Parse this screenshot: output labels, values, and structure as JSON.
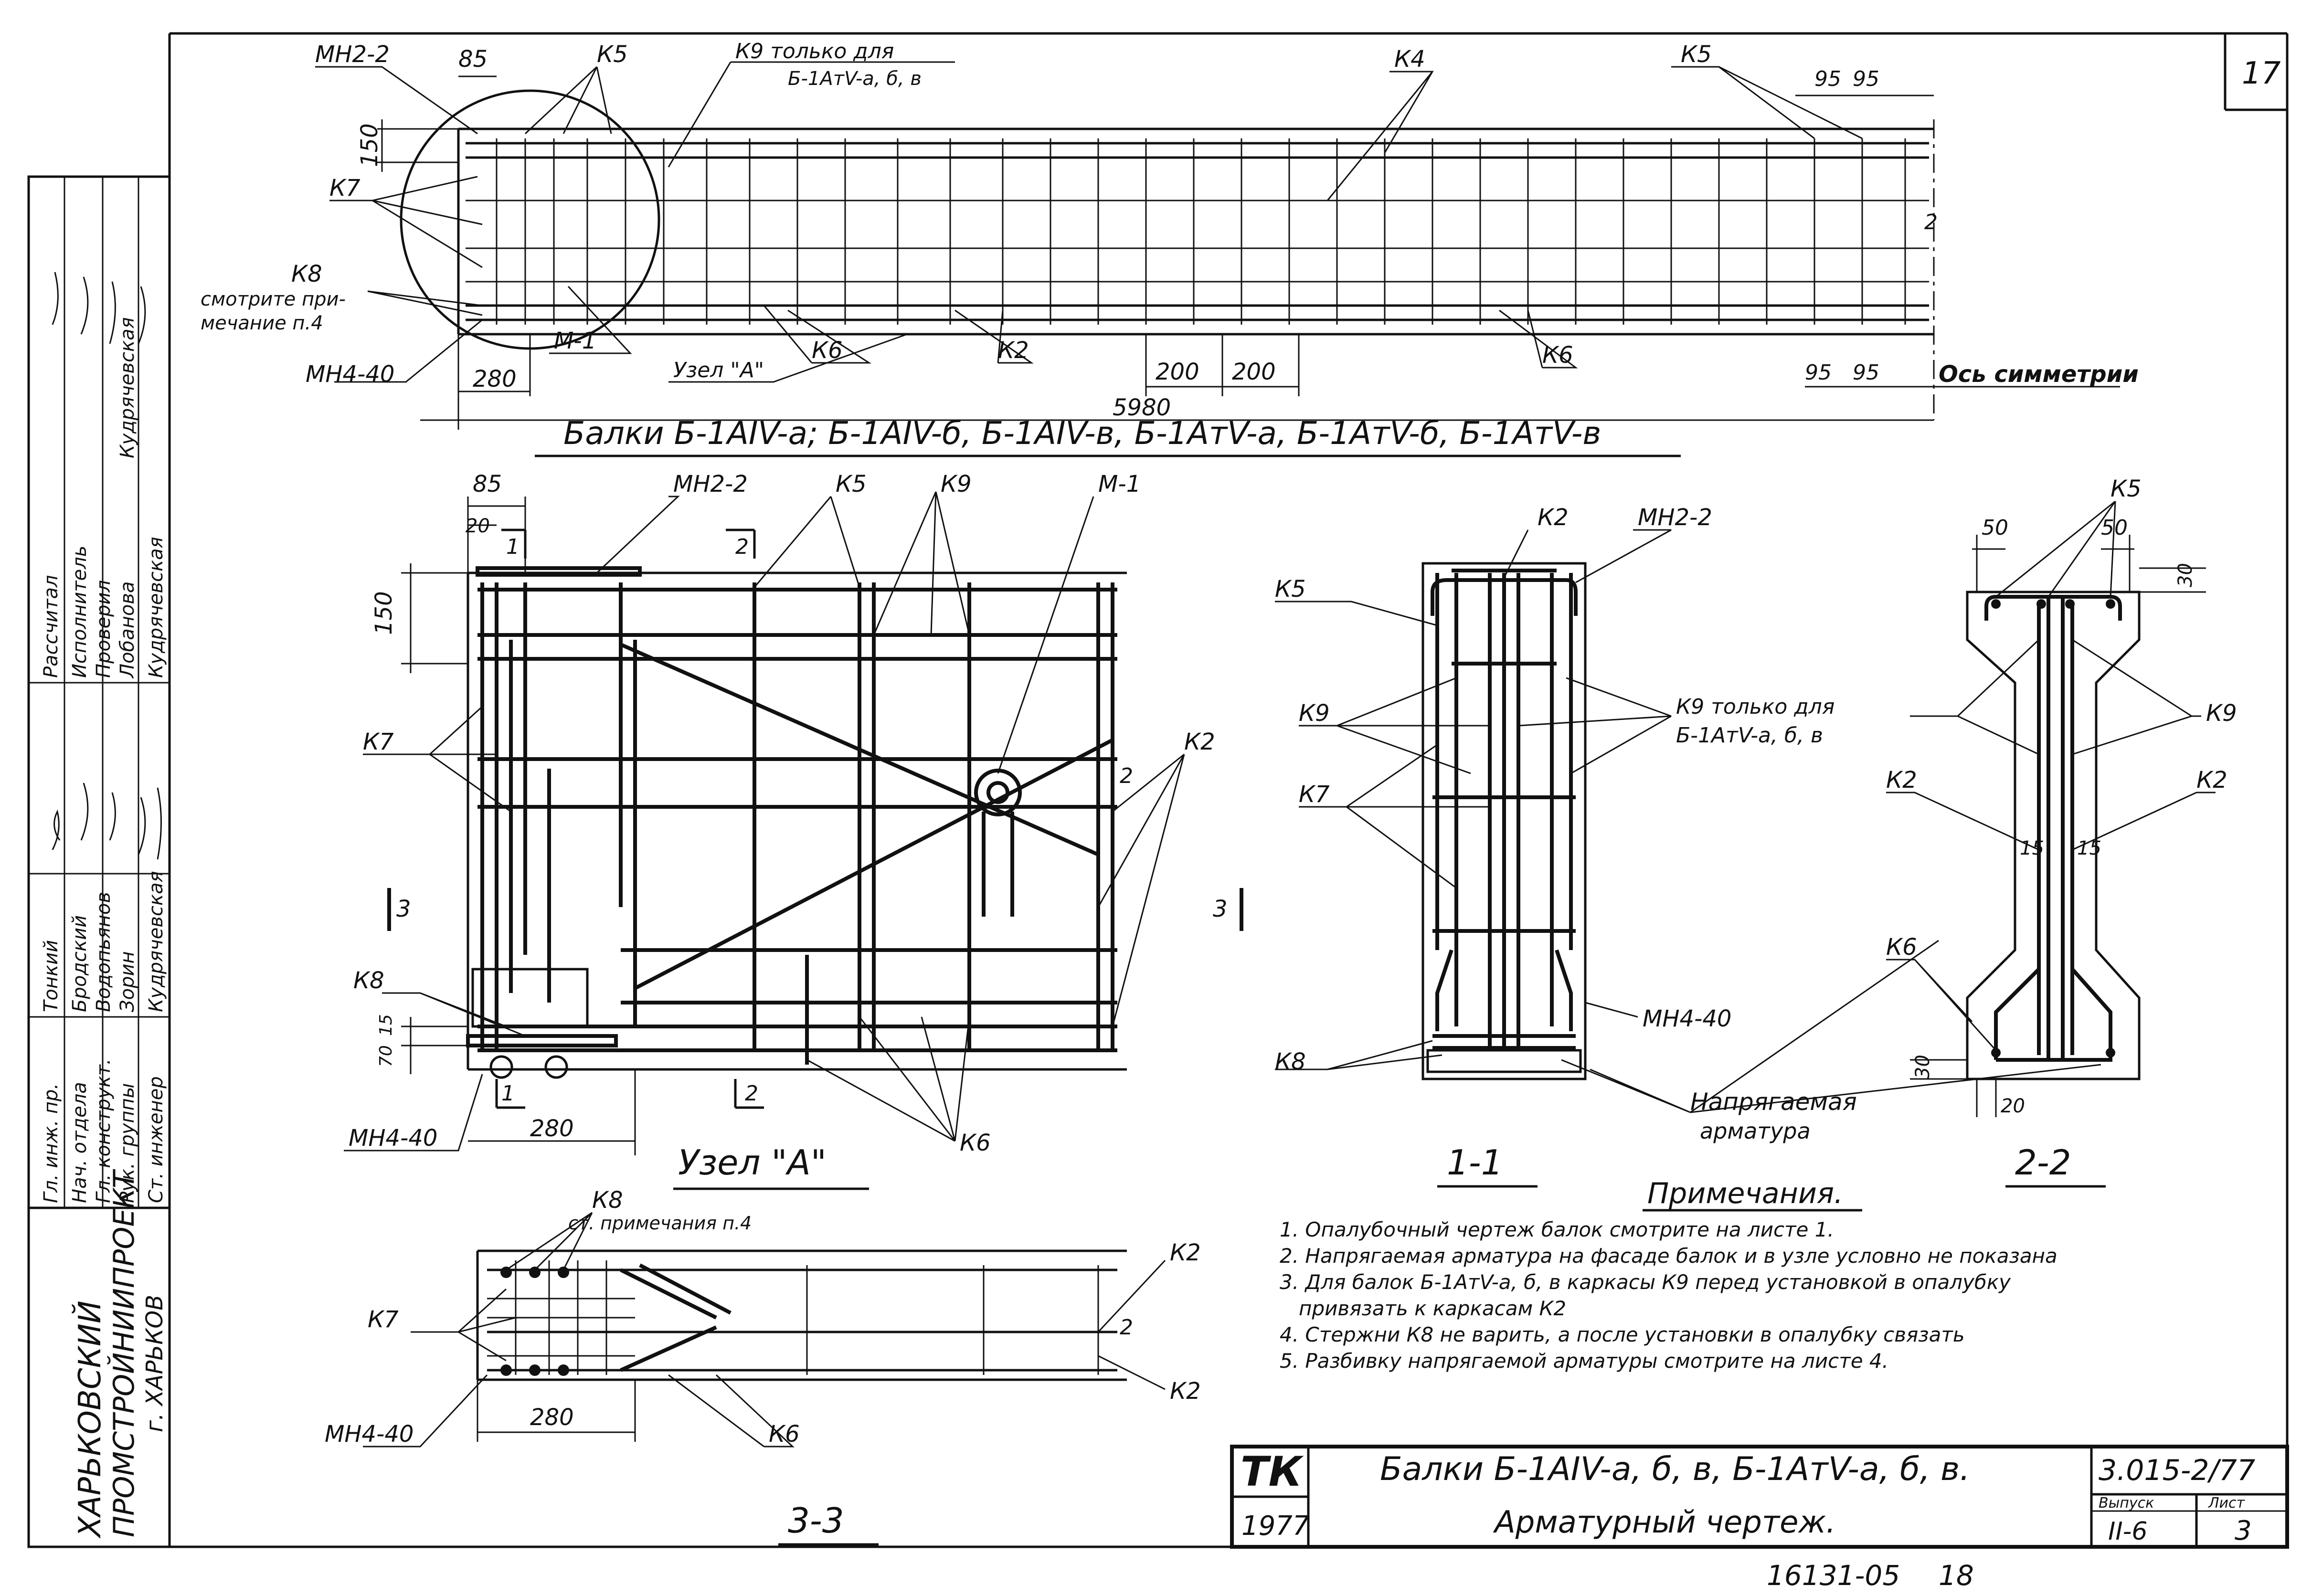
{
  "sheet": {
    "page_number": "17",
    "bottom_number": "16131-05",
    "bottom_page": "18"
  },
  "stamp": {
    "logo": "ТК",
    "year": "1977",
    "title_line1": "Балки Б-1АIV-а, б, в, Б-1АтV-а, б, в.",
    "title_line2": "Арматурный чертеж.",
    "code": "3.015-2/77",
    "issue_label": "Выпуск",
    "issue_value": "II-6",
    "sheet_label": "Лист",
    "sheet_value": "3"
  },
  "organization": {
    "line1": "ХАРЬКОВСКИЙ",
    "line2": "ПРОМСТРОЙНИИПРОЕКТ",
    "line3": "г. ХАРЬКОВ"
  },
  "signatures": {
    "roles": [
      "Гл. инж. пр.",
      "Нач. отдела",
      "Гл. конструкт.",
      "Рук. группы",
      "Ст. инженер",
      "Рассчитал",
      "Исполнитель",
      "Проверил"
    ],
    "names": [
      "Тонкий",
      "Бродский",
      "Водопьянов",
      "Зорин",
      "Кудрячевская",
      "Кудрячевская",
      "Лобанова",
      "Кудрячевская"
    ]
  },
  "views": {
    "main_title": "Балки Б-1АIV-а; Б-1АIV-б, Б-1АIV-в, Б-1АтV-а, Б-1АтV-б, Б-1АтV-в",
    "node_title": "Узел \"А\"",
    "section_11": "1-1",
    "section_22": "2-2",
    "section_33": "3-3"
  },
  "labels": {
    "mn2_2": "МН2-2",
    "mn4_40": "МН4-40",
    "m_1": "М-1",
    "k2": "К2",
    "k4": "К4",
    "k5": "К5",
    "k6": "К6",
    "k7": "К7",
    "k8": "К8",
    "k9": "К9",
    "k9_only": "К9 только для",
    "k9_only_beams": "Б-1АтV-а, б, в",
    "k8_note_1": "смотрите при-",
    "k8_note_2": "мечание п.4",
    "k8_note_33": "ст. примечания п.4",
    "node_a_ref": "Узел \"А\"",
    "axis": "Ось симметрии",
    "prestressed_1": "Напрягаемая",
    "prestressed_2": "арматура"
  },
  "dims": {
    "d85": "85",
    "d150": "150",
    "d280": "280",
    "d5980": "5980",
    "d200": "200",
    "d95": "95",
    "d20": "20",
    "d15": "15",
    "d70": "70",
    "d50": "50",
    "d30": "30",
    "d2": "2",
    "s1": "1",
    "s2": "2",
    "s3": "3"
  },
  "notes": {
    "title": "Примечания.",
    "items": [
      "1. Опалубочный чертеж балок смотрите на листе 1.",
      "2. Напрягаемая арматура на фасаде балок и в узле условно не показана",
      "3. Для балок Б-1АтV-а, б, в каркасы К9 перед установкой в опалубку",
      "привязать к каркасам К2",
      "4. Стержни К8 не варить, а после установки в опалубку связать",
      "5. Разбивку напрягаемой арматуры смотрите на листе 4."
    ]
  }
}
